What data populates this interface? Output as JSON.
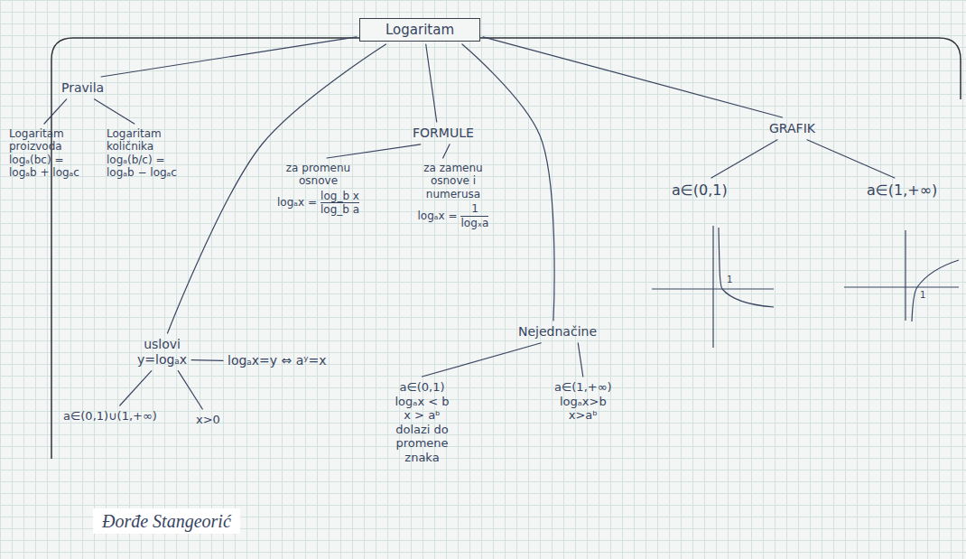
{
  "diagram": {
    "nodes": [
      {
        "text": [
          "Logaritam"
        ]
      },
      {
        "text": [
          "Pravila"
        ]
      },
      {
        "text": [
          "Logaritam proizvoda",
          "logₐ(bc) =",
          "logₐb + logₐc"
        ]
      },
      {
        "text": [
          "Logaritam količnika",
          "logₐ(b/c) =",
          "logₐb − logₐc"
        ]
      },
      {
        "text": [
          "FORMULE"
        ]
      },
      {
        "text": [
          "za promenu osnove",
          "logₐx =",
          "log_b x",
          "log_b a"
        ]
      },
      {
        "text": [
          "za zamenu osnove i numerusa",
          "logₐx =",
          "1",
          "logₓa"
        ]
      },
      {
        "text": [
          "GRAFIK"
        ]
      },
      {
        "text": [
          "a∈(0,1)"
        ]
      },
      {
        "text": [
          "a∈(1,+∞)"
        ]
      },
      {
        "text": [
          "uslovi",
          "y=logₐx"
        ]
      },
      {
        "text": [
          "logₐx=y ⇔ aʸ=x"
        ]
      },
      {
        "text": [
          "a∈(0,1)∪(1,+∞)"
        ]
      },
      {
        "text": [
          "x>0"
        ]
      },
      {
        "text": [
          "Nejednačine"
        ]
      },
      {
        "text": [
          "a∈(0,1)",
          "logₐx < b",
          "x > aᵇ",
          "dolazi do promene znaka"
        ]
      },
      {
        "text": [
          "a∈(1,+∞)",
          "logₐx>b",
          "x>aᵇ"
        ]
      }
    ],
    "edges": [
      {
        "from": 0,
        "to": 1,
        "arrow": "none"
      },
      {
        "from": 1,
        "to": 2,
        "arrow": "none"
      },
      {
        "from": 1,
        "to": 3,
        "arrow": "none"
      },
      {
        "from": 0,
        "to": 4,
        "arrow": "none"
      },
      {
        "from": 4,
        "to": 5,
        "arrow": "none"
      },
      {
        "from": 4,
        "to": 6,
        "arrow": "none"
      },
      {
        "from": 0,
        "to": 7,
        "arrow": "none"
      },
      {
        "from": 7,
        "to": 8,
        "arrow": "none"
      },
      {
        "from": 7,
        "to": 9,
        "arrow": "none"
      },
      {
        "from": 0,
        "to": 10,
        "arrow": "none"
      },
      {
        "from": 10,
        "to": 11,
        "arrow": "none"
      },
      {
        "from": 10,
        "to": 12,
        "arrow": "none"
      },
      {
        "from": 10,
        "to": 13,
        "arrow": "none"
      },
      {
        "from": 0,
        "to": 14,
        "arrow": "none"
      },
      {
        "from": 14,
        "to": 15,
        "arrow": "none"
      },
      {
        "from": 14,
        "to": 16,
        "arrow": "none"
      }
    ],
    "labels": [
      "1",
      "1",
      "Đorđe Stangeorić"
    ]
  }
}
